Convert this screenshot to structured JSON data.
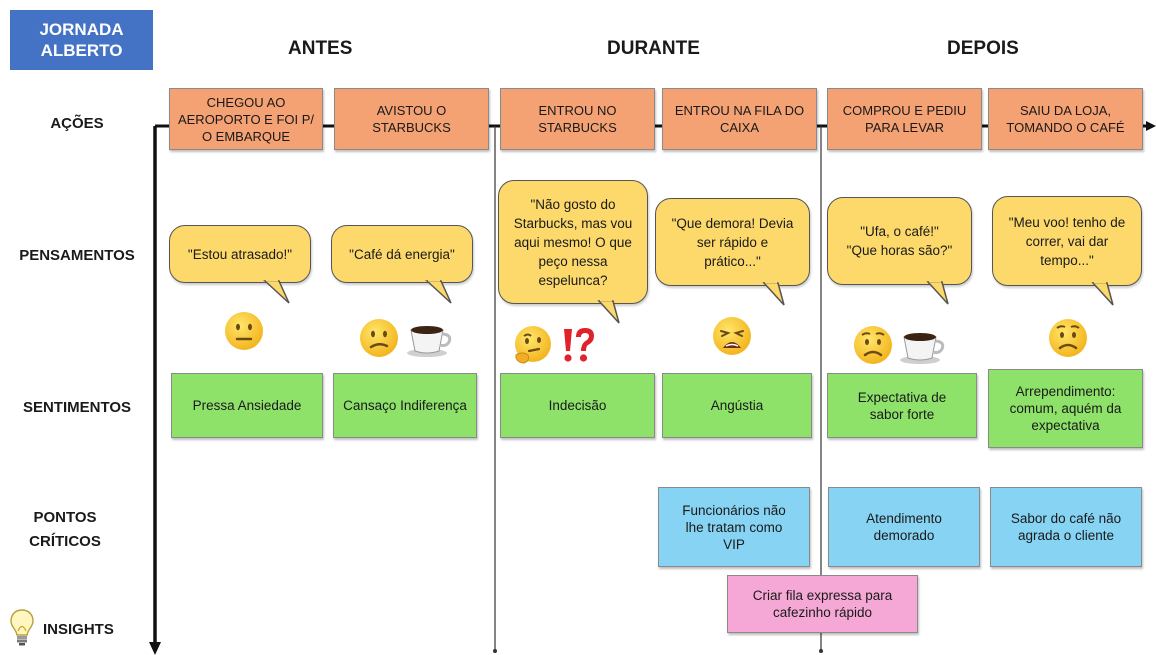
{
  "title": "JORNADA ALBERTO",
  "phases": [
    "ANTES",
    "DURANTE",
    "DEPOIS"
  ],
  "rows": {
    "acoes": "AÇÕES",
    "pensamentos": "PENSAMENTOS",
    "sentimentos": "SENTIMENTOS",
    "pontos_criticos": "PONTOS CRÍTICOS",
    "insights": "INSIGHTS"
  },
  "actions": [
    "CHEGOU AO AEROPORTO E FOI P/ O EMBARQUE",
    "AVISTOU O STARBUCKS",
    "ENTROU NO STARBUCKS",
    "ENTROU NA FILA DO CAIXA",
    "COMPROU E PEDIU PARA LEVAR",
    "SAIU DA LOJA, TOMANDO O CAFÉ"
  ],
  "thoughts": [
    "\"Estou atrasado!\"",
    "\"Café dá energia\"",
    "\"Não gosto do Starbucks, mas vou aqui mesmo! O que peço nessa espelunca?",
    "\"Que demora! Devia ser rápido e prático...\"",
    "\"Ufa, o café!\" \"Que horas são?\"",
    "\"Meu voo! tenho de correr, vai dar tempo...\""
  ],
  "emoji_icons": [
    "neutral-face-icon",
    "confused-face-icon",
    "coffee-cup-icon",
    "thinking-face-icon",
    "interrobang-icon",
    "weary-face-icon",
    "worried-face-icon",
    "coffee-cup-icon",
    "worried-face-icon"
  ],
  "feelings": [
    "Pressa Ansiedade",
    "Cansaço Indiferença",
    "Indecisão",
    "Angústia",
    "Expectativa de sabor forte",
    "Arrependimento: comum, aquém da expectativa"
  ],
  "critical_points": [
    "Funcionários não lhe tratam como VIP",
    "Atendimento demorado",
    "Sabor do café não agrada o cliente"
  ],
  "insight": "Criar fila expressa para cafezinho rápido",
  "colors": {
    "title_bg": "#4472c4",
    "action": "#f4a173",
    "thought": "#fcd96a",
    "feeling": "#8ee26a",
    "critical": "#86d3f3",
    "insight": "#f5a8d6"
  }
}
